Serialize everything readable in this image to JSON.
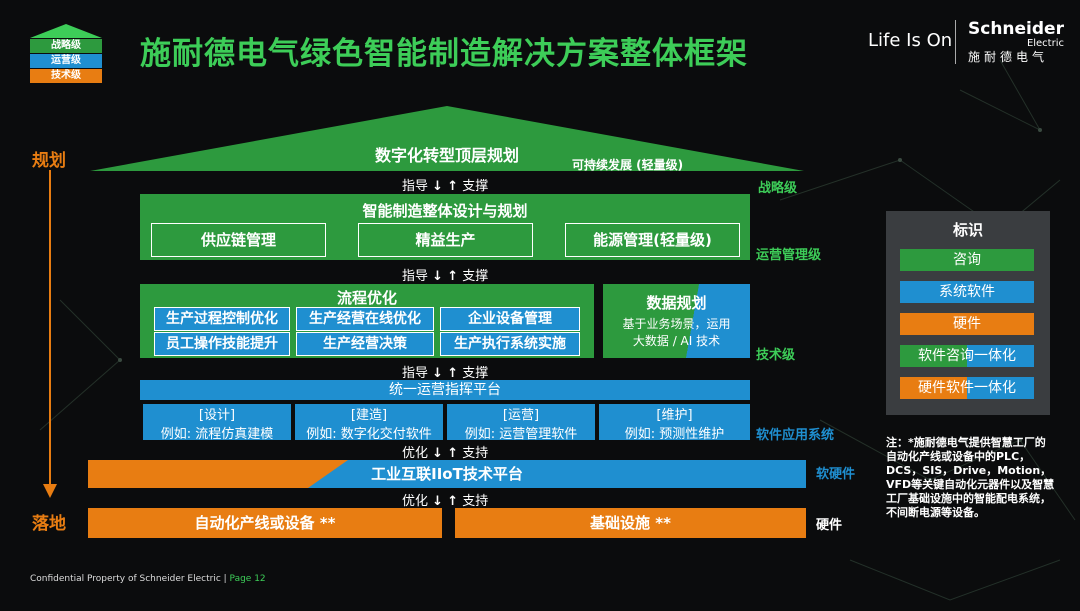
{
  "title": "施耐德电气绿色智能制造解决方案整体框架",
  "level_icon": [
    "战略级",
    "运营级",
    "技术级"
  ],
  "brand": {
    "tagline": "Life Is On",
    "logo_name": "Schneider",
    "logo_sub": "Electric",
    "logo_cn": "施耐德电气"
  },
  "side": {
    "top": "规划",
    "bottom": "落地"
  },
  "roof": {
    "title": "数字化转型顶层规划",
    "sub": "可持续发展 (轻量级)"
  },
  "links": {
    "l1": {
      "left": "指导",
      "right": "支撑"
    },
    "l2": {
      "left": "指导",
      "right": "支撑"
    },
    "l3": {
      "left": "指导",
      "right": "支撑"
    },
    "l4": {
      "left": "优化",
      "right": "支持"
    },
    "l5": {
      "left": "优化",
      "right": "支持"
    }
  },
  "levels": {
    "strategy": "战略级",
    "ops": "运营管理级",
    "tech": "技术级",
    "software": "软件应用系统",
    "softhard": "软硬件",
    "hardware": "硬件"
  },
  "ops_block": {
    "title": "智能制造整体设计与规划",
    "items": [
      "供应链管理",
      "精益生产",
      "能源管理(轻量级)"
    ]
  },
  "flow": {
    "title": "流程优化",
    "cells": [
      "生产过程控制优化",
      "生产经营在线优化",
      "企业设备管理",
      "员工操作技能提升",
      "生产经营决策",
      "生产执行系统实施"
    ]
  },
  "data_plan": {
    "title": "数据规划",
    "line1": "基于业务场景，运用",
    "line2": "大数据 / AI 技术"
  },
  "platform": "统一运营指挥平台",
  "apps": [
    {
      "name": "[设计]",
      "example": "例如: 流程仿真建模"
    },
    {
      "name": "[建造]",
      "example": "例如: 数字化交付软件"
    },
    {
      "name": "[运营]",
      "example": "例如: 运营管理软件"
    },
    {
      "name": "[维护]",
      "example": "例如: 预测性维护"
    }
  ],
  "iot": "工业互联IIoT技术平台",
  "hardware": {
    "left": "自动化产线或设备 **",
    "right": "基础设施 **"
  },
  "legend": {
    "title": "标识",
    "items": [
      "咨询",
      "系统软件",
      "硬件",
      "软件咨询一体化",
      "硬件软件一体化"
    ]
  },
  "note": "注：*施耐德电气提供智慧工厂的自动化产线或设备中的PLC，DCS，SIS，Drive，Motion，VFD等关键自动化元器件以及智慧工厂基础设施中的智能配电系统，不间断电源等设备。",
  "footer": {
    "text": "Confidential Property of Schneider Electric",
    "sep": " | ",
    "page": "Page 12"
  },
  "colors": {
    "green": "#2d9a3e",
    "blue": "#1f8fd0",
    "orange": "#e87d12",
    "title_green": "#3dcd58"
  }
}
